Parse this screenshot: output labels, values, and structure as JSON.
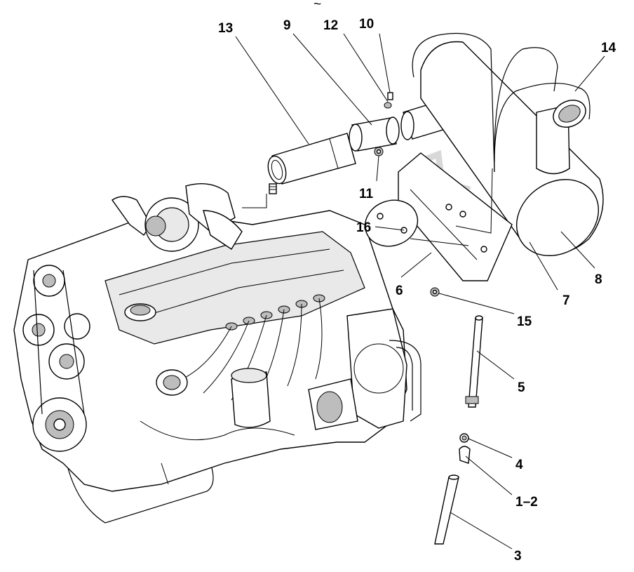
{
  "diagram": {
    "top_mark": "~",
    "callouts": [
      {
        "id": "13",
        "label": "13"
      },
      {
        "id": "9",
        "label": "9"
      },
      {
        "id": "12",
        "label": "12"
      },
      {
        "id": "10",
        "label": "10"
      },
      {
        "id": "14",
        "label": "14"
      },
      {
        "id": "11",
        "label": "11"
      },
      {
        "id": "16",
        "label": "16"
      },
      {
        "id": "8",
        "label": "8"
      },
      {
        "id": "6",
        "label": "6"
      },
      {
        "id": "7",
        "label": "7"
      },
      {
        "id": "15",
        "label": "15"
      },
      {
        "id": "5",
        "label": "5"
      },
      {
        "id": "4",
        "label": "4"
      },
      {
        "id": "1-2",
        "label": "1–2"
      },
      {
        "id": "3",
        "label": "3"
      }
    ]
  }
}
